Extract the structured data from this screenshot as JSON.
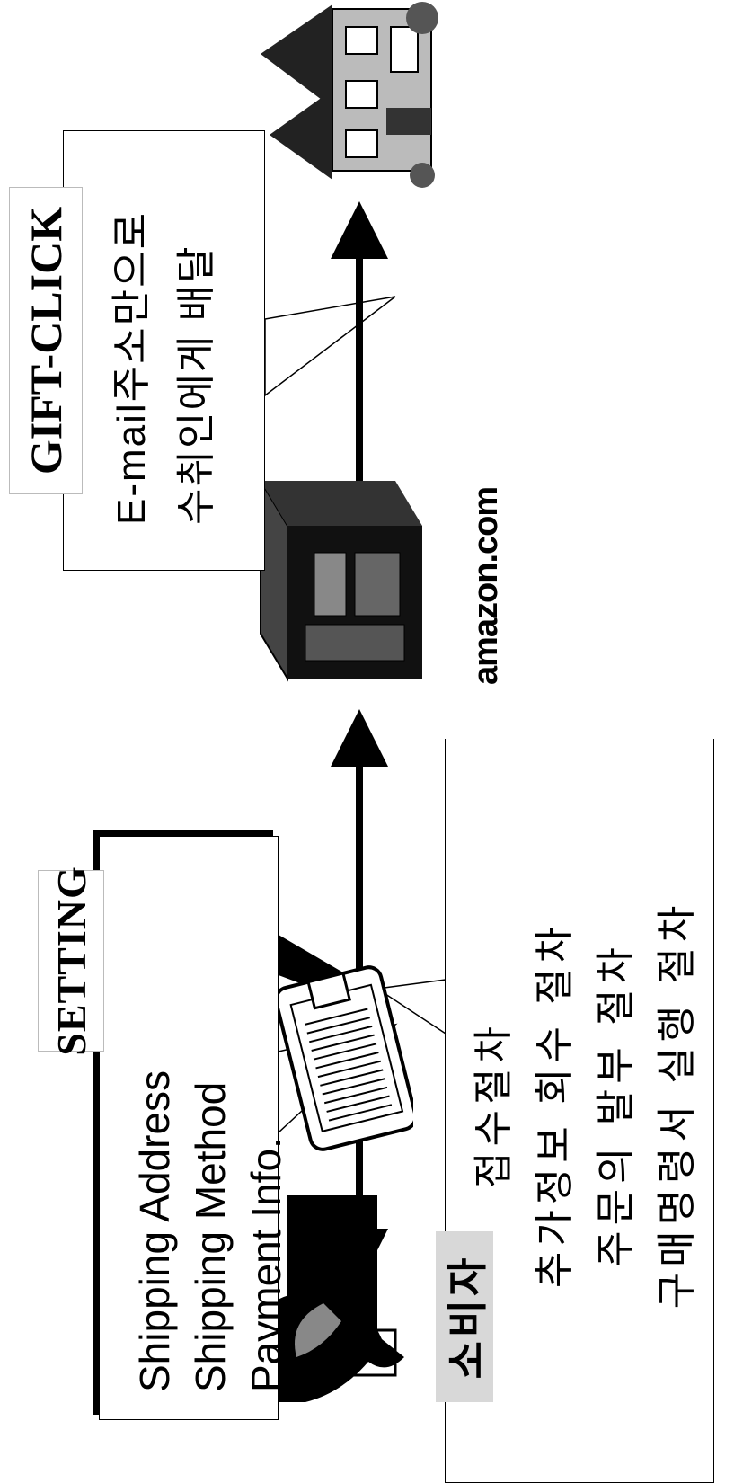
{
  "setting": {
    "tag": "SETTING",
    "lines": [
      "Shipping Address",
      "Shipping Method",
      "Payment Info."
    ]
  },
  "giftclick": {
    "tag": "GIFT-CLICK",
    "lines": [
      "E-mail주소만으로",
      "수취인에게 배달"
    ]
  },
  "procedures": {
    "lines": [
      "접수절차",
      "추가정보 회수 절차",
      "주문의 발부 절차",
      "구매명령서 실행 절차"
    ]
  },
  "consumer": {
    "label": "소비자"
  },
  "amazon": {
    "label": "amazon.com"
  },
  "icons": [
    "person-icon",
    "clipboard-icon",
    "server-icon",
    "house-icon"
  ]
}
